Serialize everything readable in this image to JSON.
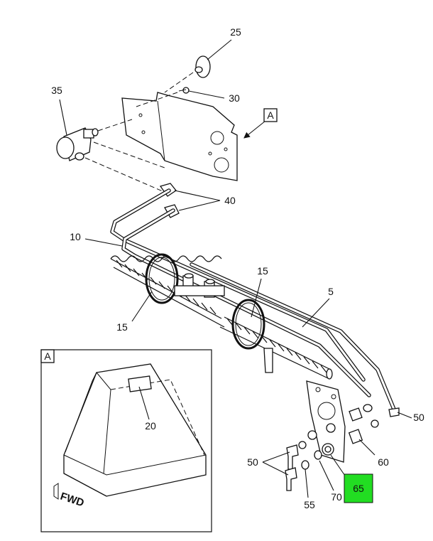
{
  "callouts": {
    "c25": "25",
    "c30": "30",
    "c35": "35",
    "c40": "40",
    "c10": "10",
    "c15a": "15",
    "c15b": "15",
    "c5": "5",
    "c20": "20",
    "c50a": "50",
    "c50b": "50",
    "c60": "60",
    "c55": "55",
    "c70": "70",
    "c65": "65"
  },
  "view_labels": {
    "view_ref": "A",
    "inset_label": "A"
  },
  "fwd_label": "FWD",
  "colors": {
    "highlight": "#22dd22",
    "line": "#111111"
  }
}
